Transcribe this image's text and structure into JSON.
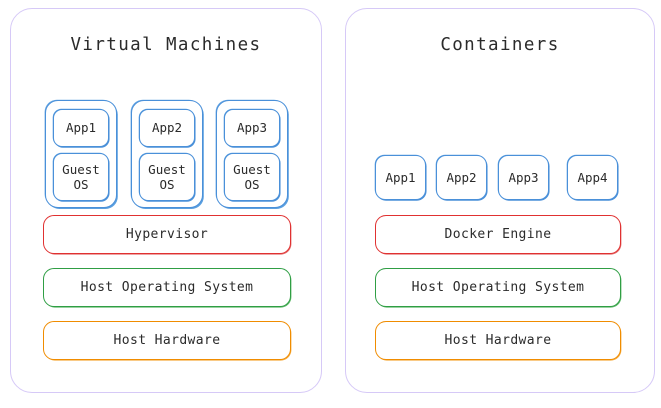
{
  "diagram": {
    "title_vm": "Virtual Machines",
    "title_ct": "Containers",
    "colors": {
      "panel_border": "#d6c9f7",
      "blue": "#4a90d9",
      "red": "#e03131",
      "green": "#2f9e44",
      "orange": "#f08c00",
      "text": "#2b2b2b",
      "background": "#ffffff"
    }
  },
  "vm_panel": {
    "title": "Virtual Machines",
    "stacks": [
      {
        "app": "App1",
        "guest_line1": "Guest",
        "guest_line2": "OS"
      },
      {
        "app": "App2",
        "guest_line1": "Guest",
        "guest_line2": "OS"
      },
      {
        "app": "App3",
        "guest_line1": "Guest",
        "guest_line2": "OS"
      }
    ],
    "layers": [
      {
        "label": "Hypervisor",
        "color": "#e03131"
      },
      {
        "label": "Host Operating System",
        "color": "#2f9e44"
      },
      {
        "label": "Host Hardware",
        "color": "#f08c00"
      }
    ]
  },
  "container_panel": {
    "title": "Containers",
    "apps": [
      {
        "label": "App1"
      },
      {
        "label": "App2"
      },
      {
        "label": "App3"
      },
      {
        "label": "App4"
      }
    ],
    "layers": [
      {
        "label": "Docker Engine",
        "color": "#e03131"
      },
      {
        "label": "Host Operating System",
        "color": "#2f9e44"
      },
      {
        "label": "Host Hardware",
        "color": "#f08c00"
      }
    ]
  }
}
